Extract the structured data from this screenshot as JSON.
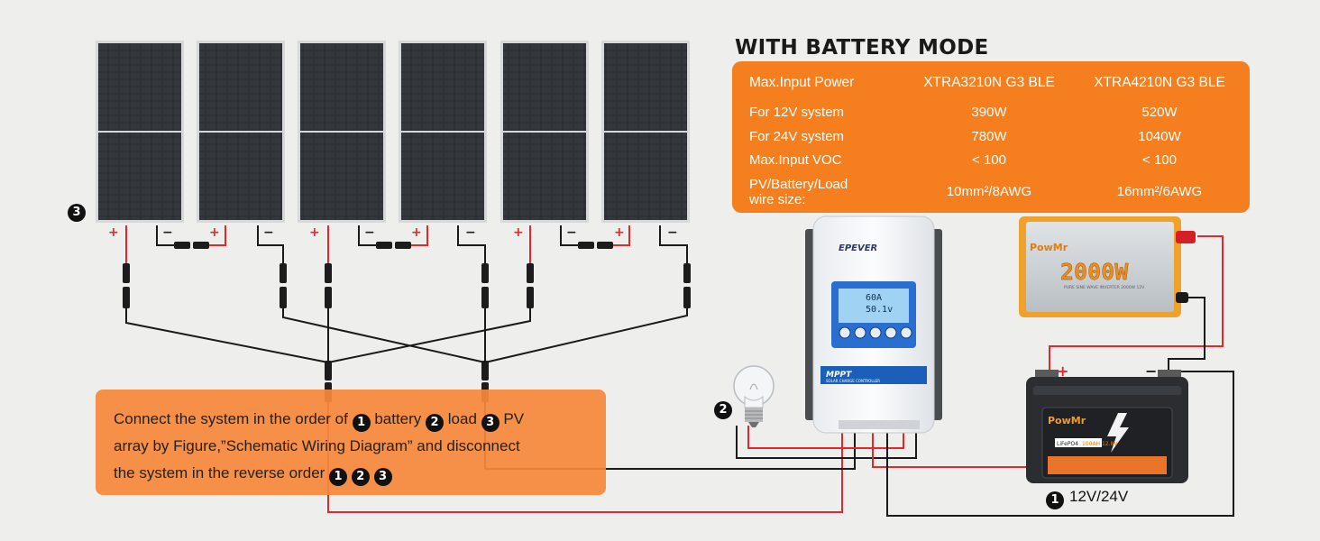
{
  "title": "WITH BATTERY MODE",
  "spec_table": {
    "headers": [
      "Max.Input Power",
      "XTRA3210N G3 BLE",
      "XTRA4210N G3 BLE"
    ],
    "rows": [
      {
        "label": "For 12V system",
        "a": "390W",
        "b": "520W"
      },
      {
        "label": "For 24V system",
        "a": "780W",
        "b": "1040W"
      },
      {
        "label": "Max.Input VOC",
        "a": "< 100",
        "b": "< 100"
      },
      {
        "label_line1": "PV/Battery/Load",
        "label_line2": "wire size:",
        "a": "10mm²/8AWG",
        "b": "16mm²/6AWG"
      }
    ]
  },
  "instruction": {
    "part1": "Connect the system in the order of",
    "step1": "battery",
    "step2": "load",
    "step3": "PV",
    "part2": "array by Figure,”Schematic Wiring Diagram” and disconnect",
    "part3": "the system in the reverse order"
  },
  "badges": {
    "one": "1",
    "two": "2",
    "three": "3"
  },
  "polarity": {
    "plus": "+",
    "minus": "−"
  },
  "controller": {
    "brand": "EPEVER",
    "label": "MPPT",
    "sublabel": "SOLAR CHARGE CONTROLLER",
    "lcd_line1": "60A",
    "lcd_line2": "50.1v"
  },
  "inverter": {
    "brand": "PowMr",
    "rating": "2000W",
    "tagline": "PURE SINE WAVE INVERTER 2000W 12V"
  },
  "battery": {
    "brand": "PowMr",
    "chemistry": "LiFePO4",
    "capacity": "100AH 12.8V",
    "voltage": "12V/24V"
  },
  "colors": {
    "orange": "#f57f1f",
    "red": "#e8262a",
    "wire_black": "#1a1a1a"
  }
}
